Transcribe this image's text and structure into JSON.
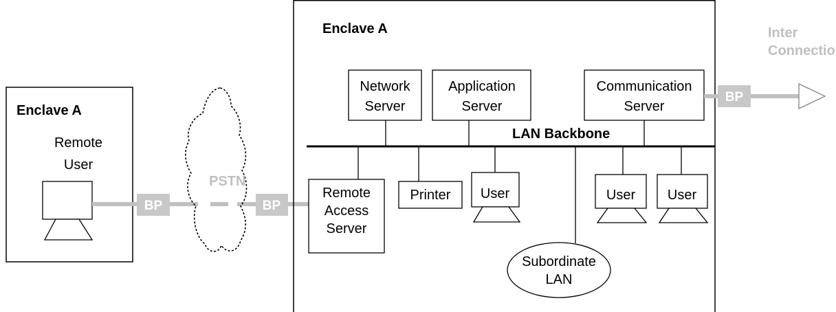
{
  "remote_enclave": {
    "title": "Enclave A",
    "user_label_line1": "Remote",
    "user_label_line2": "User"
  },
  "cloud": {
    "label": "PSTN"
  },
  "boundary_labels": [
    "BP",
    "BP",
    "BP"
  ],
  "main_enclave": {
    "title": "Enclave A",
    "backbone_label": "LAN Backbone",
    "servers": {
      "network": [
        "Network",
        "Server"
      ],
      "application": [
        "Application",
        "Server"
      ],
      "communication": [
        "Communication",
        "Server"
      ],
      "remote_access": [
        "Remote",
        "Access",
        "Server"
      ]
    },
    "printer": "Printer",
    "users": [
      "User",
      "User",
      "User"
    ],
    "subordinate_lan": [
      "Subordinate",
      "LAN"
    ]
  },
  "interconnections": [
    "Inter",
    "Connections"
  ],
  "colors": {
    "bp_fill": "#c8c8c8",
    "line": "#000000",
    "link": "#c0c0c0"
  }
}
